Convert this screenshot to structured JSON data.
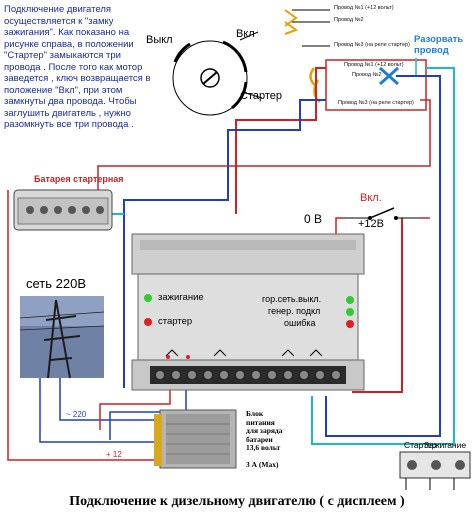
{
  "intro_text": "Подключение двигателя осуществляется к \"замку зажигания\". Как показано на рисунке справа, в положении \"Стартер\" замыкаются три провода . После того как мотор заведется , ключ возвращается в положение \"Вкл\", при этом замкнуты два провода. Чтобы заглушить двигатель , нужно разомкнуть все три провода .",
  "key_switch": {
    "off": "Выкл",
    "on": "Вкл",
    "starter": "Стартер"
  },
  "wires_on": [
    "Провод №1 (+12 вольт)",
    "Провод №2",
    "Провод №3 (на реле стартер)"
  ],
  "wires_starter": [
    "Провод №1 (+12 вольт)",
    "Провод №2",
    "Провод №3 (на реле стартер)"
  ],
  "break_wire": "Разорвать провод",
  "battery_label": "Батарея стартерная",
  "switch_label": "Вкл.",
  "voltage_zero": "0 В",
  "voltage_plus12": "+12В",
  "mains_label": "сеть 220В",
  "controller": {
    "ignition": "зажигание",
    "starter": "стартер",
    "grid_off": "гор.сеть.выкл.",
    "gen_on": "генер. подкл",
    "error": "ошибка"
  },
  "psu_label_lines": [
    "Блок",
    "питания",
    "для заряда",
    "батареи",
    "13,6 вольт",
    "",
    "3 А (Max)"
  ],
  "psu_wire_ac": "~ 220",
  "psu_wire_dc": "+ 12",
  "bottom_right": {
    "starter": "Стартер",
    "ignition": "Зажигание"
  },
  "caption": "Подключение к дизельному двигателю ( с дисплеем )",
  "colors": {
    "red_wire": "#cc2222",
    "blue_wire": "#1f3fbf",
    "cyan_wire": "#19b9c9",
    "text_blue": "#1a2a9a",
    "led_green": "#2ecc2e",
    "led_red": "#e02020"
  }
}
